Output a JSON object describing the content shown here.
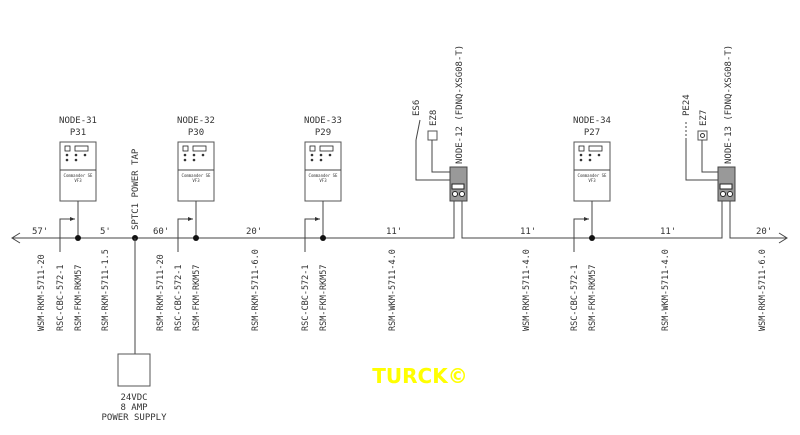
{
  "nodes": [
    {
      "name": "NODE-31",
      "port": "P31",
      "panel": "Commander SE",
      "model": "VF3",
      "cables": [
        "RSC-CBC-572-1",
        "RSM-FKM-RKM57"
      ]
    },
    {
      "name": "NODE-32",
      "port": "P30",
      "panel": "Commander SE",
      "model": "VF3",
      "cables": [
        "RSC-CBC-572-1",
        "RSM-FKM-RKM57"
      ]
    },
    {
      "name": "NODE-33",
      "port": "P29",
      "panel": "Commander SE",
      "model": "VF3",
      "cables": [
        "RSC-CBC-572-1",
        "RSM-FKM-RKM57"
      ]
    },
    {
      "name": "NODE-34",
      "port": "P27",
      "panel": "Commander SE",
      "model": "VF3",
      "cables": [
        "RSC-CBC-572-1",
        "RSM-FKM-RKM57"
      ]
    }
  ],
  "io_nodes": [
    {
      "name": "NODE-12 (FDNQ-XSG08-T)",
      "inputs": [
        "ES6",
        "EZ8"
      ],
      "device_glyph": "EZ"
    },
    {
      "name": "NODE-13 (FDNQ-XSG08-T)",
      "inputs": [
        "PE24",
        "EZ7"
      ],
      "device_glyph": "@"
    }
  ],
  "power_tap": {
    "label": "SPTC1 POWER TAP",
    "supply": [
      "24VDC",
      "8 AMP",
      "POWER SUPPLY"
    ]
  },
  "distances": [
    "57'",
    "5'",
    "60'",
    "20'",
    "11'",
    "11'",
    "11'",
    "20'"
  ],
  "trunk_cables": [
    "WSM-RKM-5711-20",
    "RSM-RKM-5711-1.5",
    "RSM-RKM-5711-20",
    "RSM-RKM-5711-6.0",
    "RSM-WKM-5711-4.0",
    "WSM-RKM-5711-4.0",
    "RSM-WKM-5711-4.0",
    "WSM-RKM-5711-6.0"
  ],
  "logo": "TURCK©",
  "colors": {
    "logo": "#ffff00",
    "lines": "#444444"
  }
}
